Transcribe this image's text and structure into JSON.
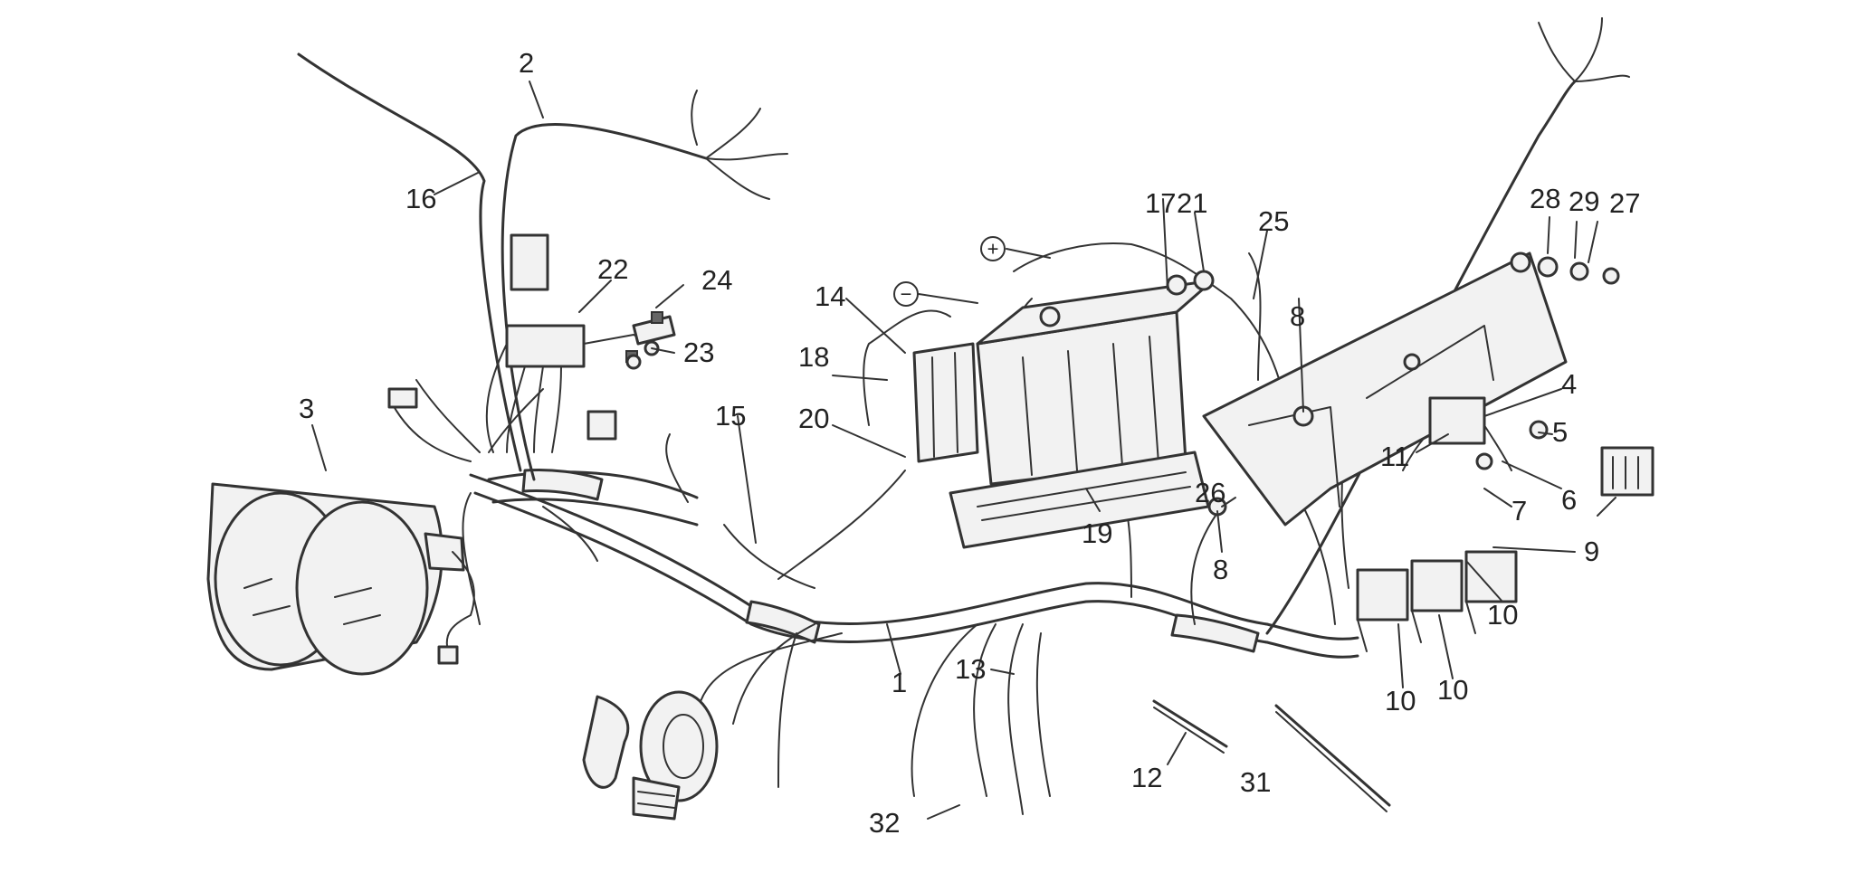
{
  "callouts": [
    "1",
    "2",
    "3",
    "4",
    "5",
    "6",
    "7",
    "8",
    "8",
    "9",
    "10",
    "10",
    "10",
    "11",
    "12",
    "13",
    "14",
    "15",
    "16",
    "17",
    "18",
    "19",
    "20",
    "21",
    "22",
    "23",
    "24",
    "25",
    "26",
    "27",
    "28",
    "29",
    "31",
    "32"
  ],
  "symbols": {
    "positive": "+",
    "negative": "−"
  }
}
